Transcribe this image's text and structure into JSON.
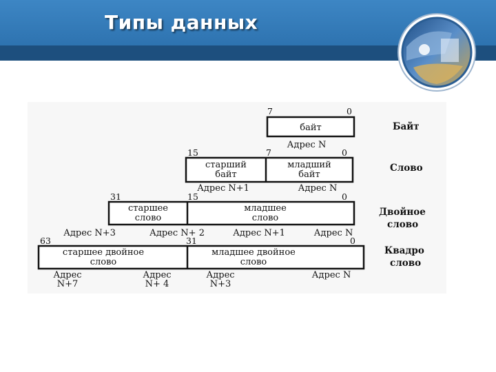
{
  "slide": {
    "title": "Типы данных"
  },
  "diagram": {
    "byte": {
      "bit_high": "7",
      "bit_low": "0",
      "cell": "байт",
      "addr": "Адрес N",
      "label": "Байт"
    },
    "word": {
      "bit_high": "15",
      "bit_mid": "7",
      "bit_low": "0",
      "cell_high_l1": "старший",
      "cell_high_l2": "байт",
      "cell_low_l1": "младший",
      "cell_low_l2": "байт",
      "addr_high": "Адрес N+1",
      "addr_low": "Адрес N",
      "label": "Слово"
    },
    "dword": {
      "bit_high": "31",
      "bit_mid": "15",
      "bit_low": "0",
      "cell_high_l1": "старшее",
      "cell_high_l2": "слово",
      "cell_low_l1": "младшее",
      "cell_low_l2": "слово",
      "addr_3": "Адрес N+3",
      "addr_2": "Адрес N+ 2",
      "addr_1": "Адрес N+1",
      "addr_0": "Адрес N",
      "label_l1": "Двойное",
      "label_l2": "слово"
    },
    "qword": {
      "bit_high": "63",
      "bit_mid": "31",
      "bit_low": "0",
      "cell_high_l1": "старшее двойное",
      "cell_high_l2": "слово",
      "cell_low_l1": "младшее двойное",
      "cell_low_l2": "слово",
      "addr_7_l1": "Адрес",
      "addr_7_l2": "N+7",
      "addr_4_l1": "Адрес",
      "addr_4_l2": "N+ 4",
      "addr_3_l1": "Адрес",
      "addr_3_l2": "N+3",
      "addr_0": "Адрес N",
      "label_l1": "Квадро",
      "label_l2": "слово"
    }
  }
}
